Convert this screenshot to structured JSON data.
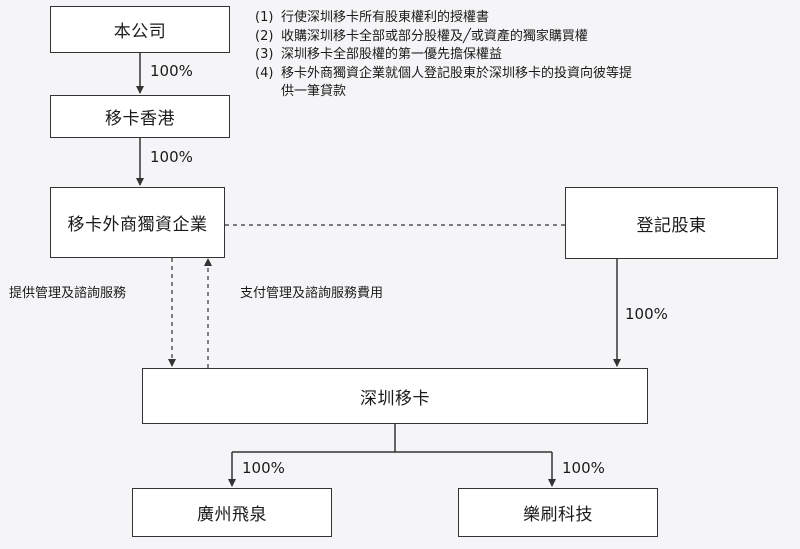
{
  "entities": {
    "company": "本公司",
    "hk": "移卡香港",
    "wfoe": "移卡外商獨資企業",
    "registered_shareholders": "登記股東",
    "shenzhen": "深圳移卡",
    "guangzhou": "廣州飛泉",
    "lehua": "樂刷科技"
  },
  "ownership": {
    "company_to_hk": "100%",
    "hk_to_wfoe": "100%",
    "shareholders_to_shenzhen": "100%",
    "shenzhen_to_guangzhou": "100%",
    "shenzhen_to_lehua": "100%"
  },
  "services": {
    "provide": "提供管理及諮詢服務",
    "pay": "支付管理及諮詢服務費用"
  },
  "notes": [
    {
      "num": "(1)",
      "text": "行使深圳移卡所有股東權利的授權書"
    },
    {
      "num": "(2)",
      "text": "收購深圳移卡全部或部分股權及╱或資產的獨家購買權"
    },
    {
      "num": "(3)",
      "text": "深圳移卡全部股權的第一優先擔保權益"
    },
    {
      "num": "(4)",
      "text": "移卡外商獨資企業就個人登記股東於深圳移卡的投資向彼等提供一筆貸款"
    }
  ]
}
